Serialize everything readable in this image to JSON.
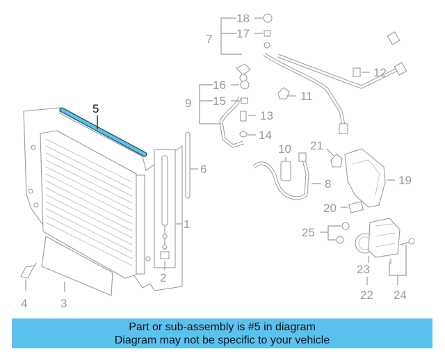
{
  "labels": {
    "p1": "1",
    "p2": "2",
    "p3": "3",
    "p4": "4",
    "p5": "5",
    "p6": "6",
    "p7": "7",
    "p8": "8",
    "p9": "9",
    "p10": "10",
    "p11": "11",
    "p12": "12",
    "p13": "13",
    "p14": "14",
    "p15": "15",
    "p16": "16",
    "p17": "17",
    "p18": "18",
    "p19": "19",
    "p20": "20",
    "p21": "21",
    "p22": "22",
    "p23": "23",
    "p24": "24",
    "p25": "25"
  },
  "highlight": {
    "part": "5",
    "color": "#5ac2ef"
  },
  "banner": {
    "line1": "Part or sub-assembly is #5 in diagram",
    "line2": "Diagram may not be specific to your vehicle",
    "color": "#5ac2ef"
  }
}
